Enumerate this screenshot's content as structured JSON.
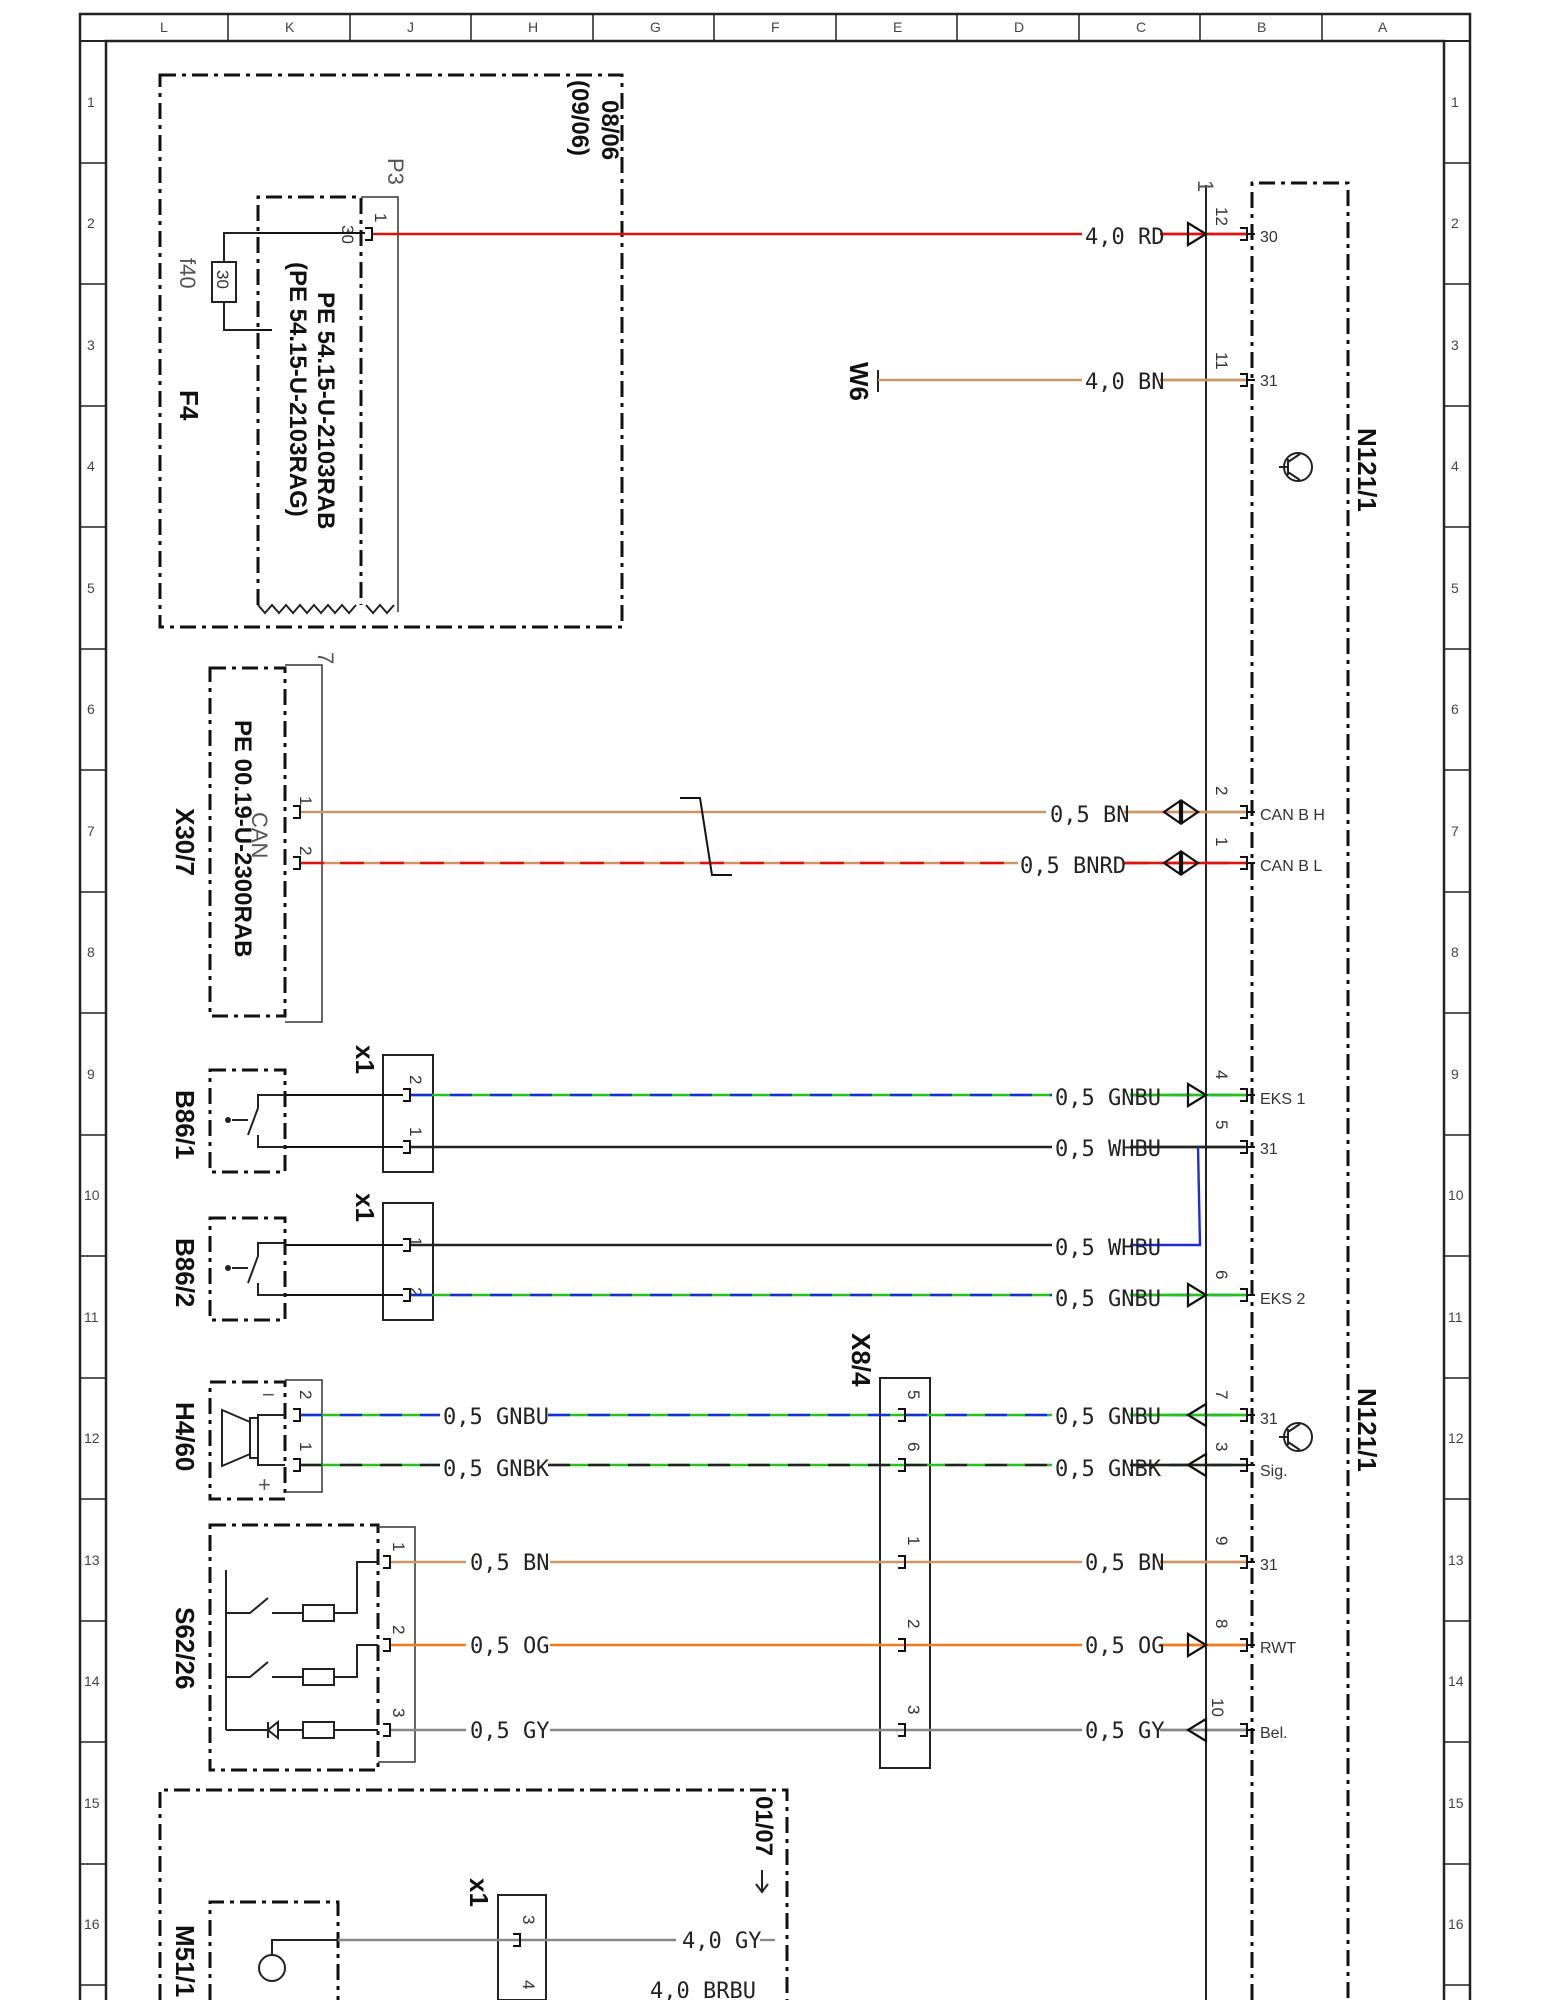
{
  "colors": {
    "RD": "#e01010",
    "BN": "#c9976a",
    "GN": "#22c41a",
    "BU": "#1c2fd6",
    "WH": "#1c2fd6",
    "BK": "#222222",
    "OG": "#f07a1e",
    "GY": "#888888",
    "frame": "#222222"
  },
  "grid": {
    "top": [
      "L",
      "K",
      "J",
      "H",
      "G",
      "F",
      "E",
      "D",
      "C",
      "B",
      "A"
    ],
    "rows": [
      "1",
      "2",
      "3",
      "4",
      "5",
      "6",
      "7",
      "8",
      "9",
      "10",
      "11",
      "12",
      "13",
      "14",
      "15",
      "16"
    ]
  },
  "components": {
    "n121_top": {
      "name": "N121/1",
      "box_ref": "1",
      "pins": [
        {
          "num": "12",
          "signal": "30"
        },
        {
          "num": "11",
          "signal": "31"
        },
        {
          "num": "2",
          "signal": "CAN B H"
        },
        {
          "num": "1",
          "signal": "CAN B L"
        },
        {
          "num": "4",
          "signal": "EKS 1"
        },
        {
          "num": "5",
          "signal": "31"
        },
        {
          "num": "6",
          "signal": "EKS 2"
        }
      ]
    },
    "n121_bottom": {
      "name": "N121/1",
      "pins": [
        {
          "num": "7",
          "signal": "31"
        },
        {
          "num": "3",
          "signal": "Sig."
        },
        {
          "num": "9",
          "signal": "31"
        },
        {
          "num": "8",
          "signal": "RWT"
        },
        {
          "num": "10",
          "signal": "Bel."
        }
      ]
    },
    "f4": {
      "name": "F4",
      "fuse": "f40",
      "fuse_value": "30",
      "connector": "P3",
      "pin1": "1",
      "pin30": "30",
      "note1": "PE 54.15-U-2103RAB",
      "note2": "(PE 54.15-U-2103RAG)",
      "date1": "08/06",
      "date2": "(09/06)"
    },
    "x30": {
      "name": "X30/7",
      "sub": "CAN",
      "box_ref": "7",
      "pin1": "1",
      "pin2": "2",
      "note": "PE 00.19-U-2300RAB"
    },
    "b861": {
      "name": "B86/1",
      "connector": "x1",
      "pinA": "2",
      "pinB": "1"
    },
    "b862": {
      "name": "B86/2",
      "connector": "x1",
      "pinA": "1",
      "pinB": "2"
    },
    "h460": {
      "name": "H4/60",
      "pin2": "2",
      "pin1": "1",
      "minus": "−",
      "plus": "+"
    },
    "s6226": {
      "name": "S62/26",
      "pin1": "1",
      "pin2": "2",
      "pin3": "3"
    },
    "x84": {
      "name": "X8/4",
      "pins": [
        "5",
        "6",
        "1",
        "2",
        "3"
      ]
    },
    "w6": {
      "name": "W6"
    },
    "m511": {
      "name": "M51/1",
      "connector": "x1",
      "pin3": "3",
      "pin4": "4",
      "date": "01/07"
    }
  },
  "wires": {
    "w30": "4,0 RD",
    "w31": "4,0 BN",
    "canh": "0,5 BN",
    "canl": "0,5 BNRD",
    "eks1": "0,5 GNBU",
    "ret1": "0,5 WHBU",
    "ret2": "0,5 WHBU",
    "eks2": "0,5 GNBU",
    "h_left1": "0,5 GNBU",
    "h_left2": "0,5 GNBK",
    "h_right1": "0,5 GNBU",
    "h_right2": "0,5 GNBK",
    "s_left1": "0,5 BN",
    "s_left2": "0,5 OG",
    "s_left3": "0,5 GY",
    "s_right1": "0,5 BN",
    "s_right2": "0,5 OG",
    "s_right3": "0,5 GY",
    "m_1": "4,0 GY",
    "m_2": "4,0 BRBU"
  }
}
